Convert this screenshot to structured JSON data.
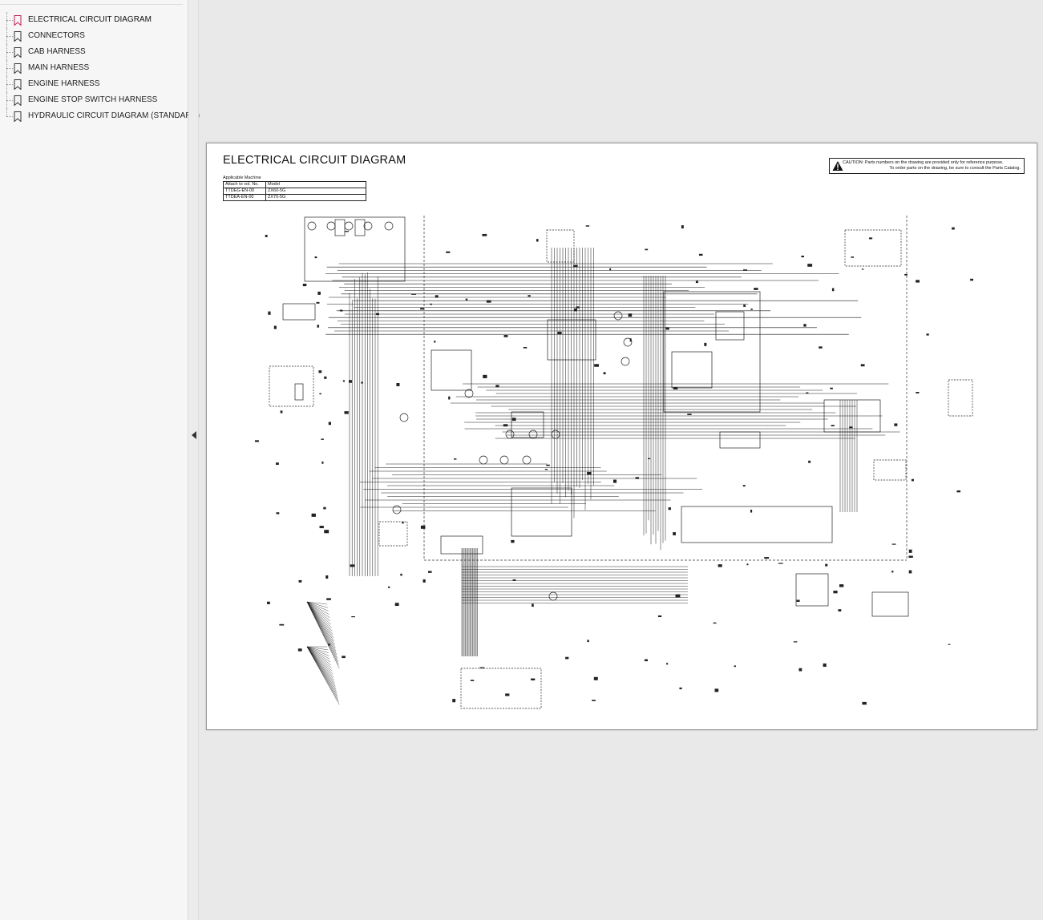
{
  "bookmarks": [
    {
      "label": "ELECTRICAL CIRCUIT DIAGRAM",
      "selected": true
    },
    {
      "label": "CONNECTORS",
      "selected": false
    },
    {
      "label": "CAB HARNESS",
      "selected": false
    },
    {
      "label": "MAIN HARNESS",
      "selected": false
    },
    {
      "label": "ENGINE HARNESS",
      "selected": false
    },
    {
      "label": "ENGINE STOP SWITCH HARNESS",
      "selected": false
    },
    {
      "label": "HYDRAULIC CIRCUIT DIAGRAM (STANDARD)",
      "selected": false
    }
  ],
  "colors": {
    "selected_bookmark": "#c2185b",
    "bookmark_icon": "#333333",
    "page_background": "#ffffff"
  },
  "icons": {
    "bookmark": "bookmark-icon",
    "collapse": "collapse-panel-arrow-icon",
    "warning": "warning-triangle-icon"
  },
  "document": {
    "title": "ELECTRICAL CIRCUIT DIAGRAM",
    "applicable_caption": "Applicable Machine",
    "table_headers": [
      "Attach to vol. No.",
      "Model"
    ],
    "table_rows": [
      [
        "TTDEG-EN-00",
        "ZX60-5G"
      ],
      [
        "TTDEA-EN-00",
        "ZX70-5G"
      ]
    ],
    "caution_line1": "CAUTION: Parts numbers on the drawing are provided only for reference purpose.",
    "caution_line2": "To order parts on the drawing, be sure to consult the Parts Catalog."
  }
}
